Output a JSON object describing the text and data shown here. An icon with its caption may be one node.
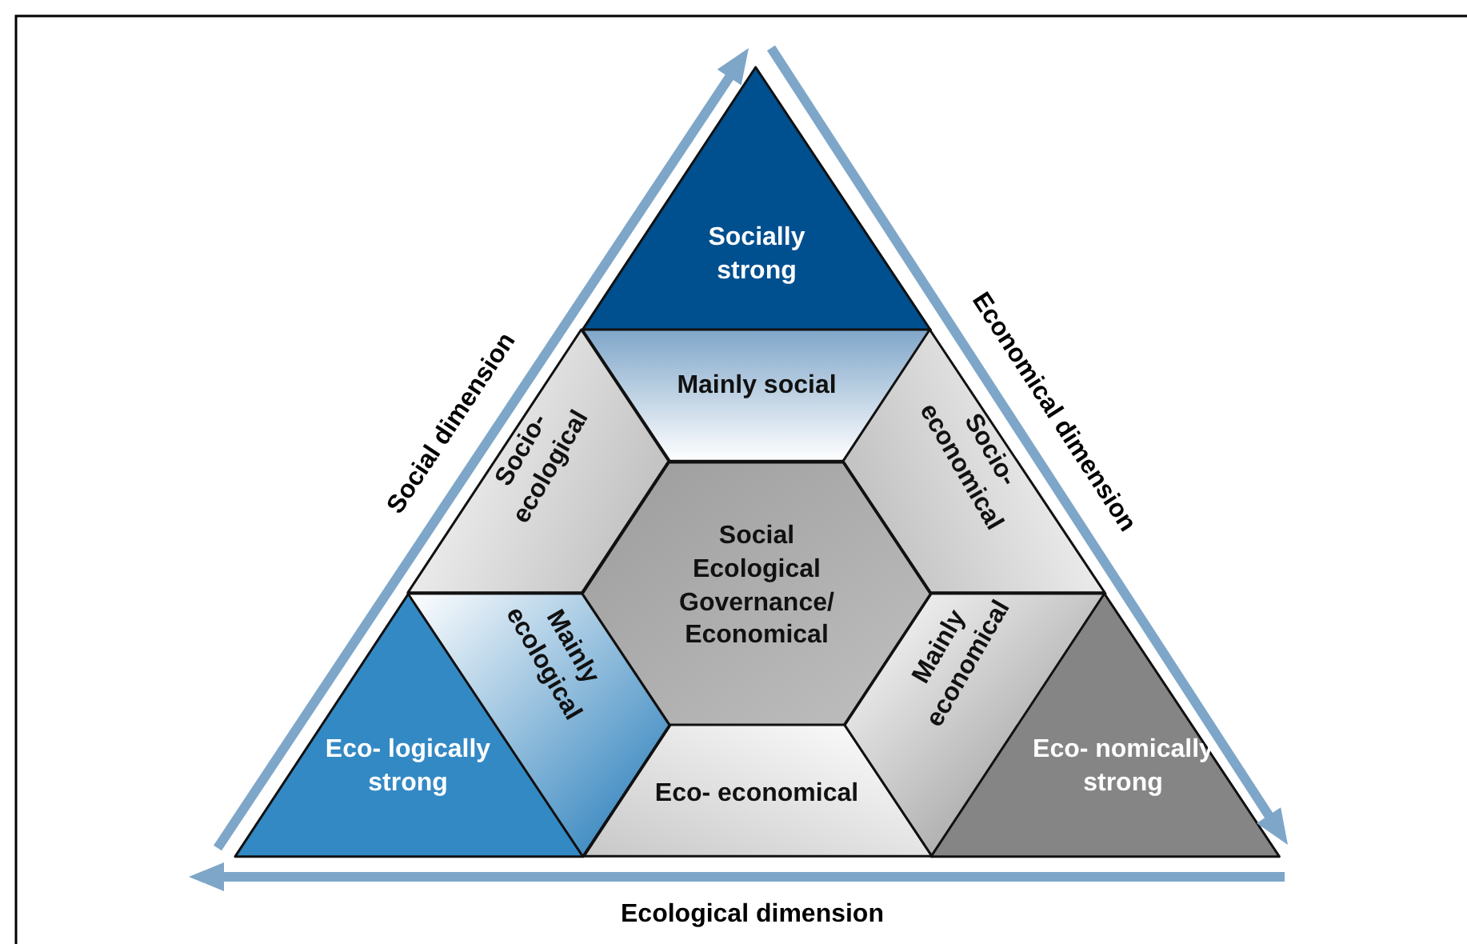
{
  "diagram": {
    "nodes": [
      {
        "text": [
          "Socially strong"
        ]
      },
      {
        "text": [
          "Mainly social"
        ]
      },
      {
        "text": [
          "Socio- ecological"
        ]
      },
      {
        "text": [
          "Socio- economical"
        ]
      },
      {
        "text": [
          "Social Ecological Governance/ Economical"
        ]
      },
      {
        "text": [
          "Eco- logically strong"
        ]
      },
      {
        "text": [
          "Mainly ecological"
        ]
      },
      {
        "text": [
          "Eco- economical"
        ]
      },
      {
        "text": [
          "Mainly economical"
        ]
      },
      {
        "text": [
          "Eco- nomically strong"
        ]
      }
    ],
    "labels": [
      "Social dimension",
      "Economical dimension",
      "Ecological dimension"
    ]
  }
}
